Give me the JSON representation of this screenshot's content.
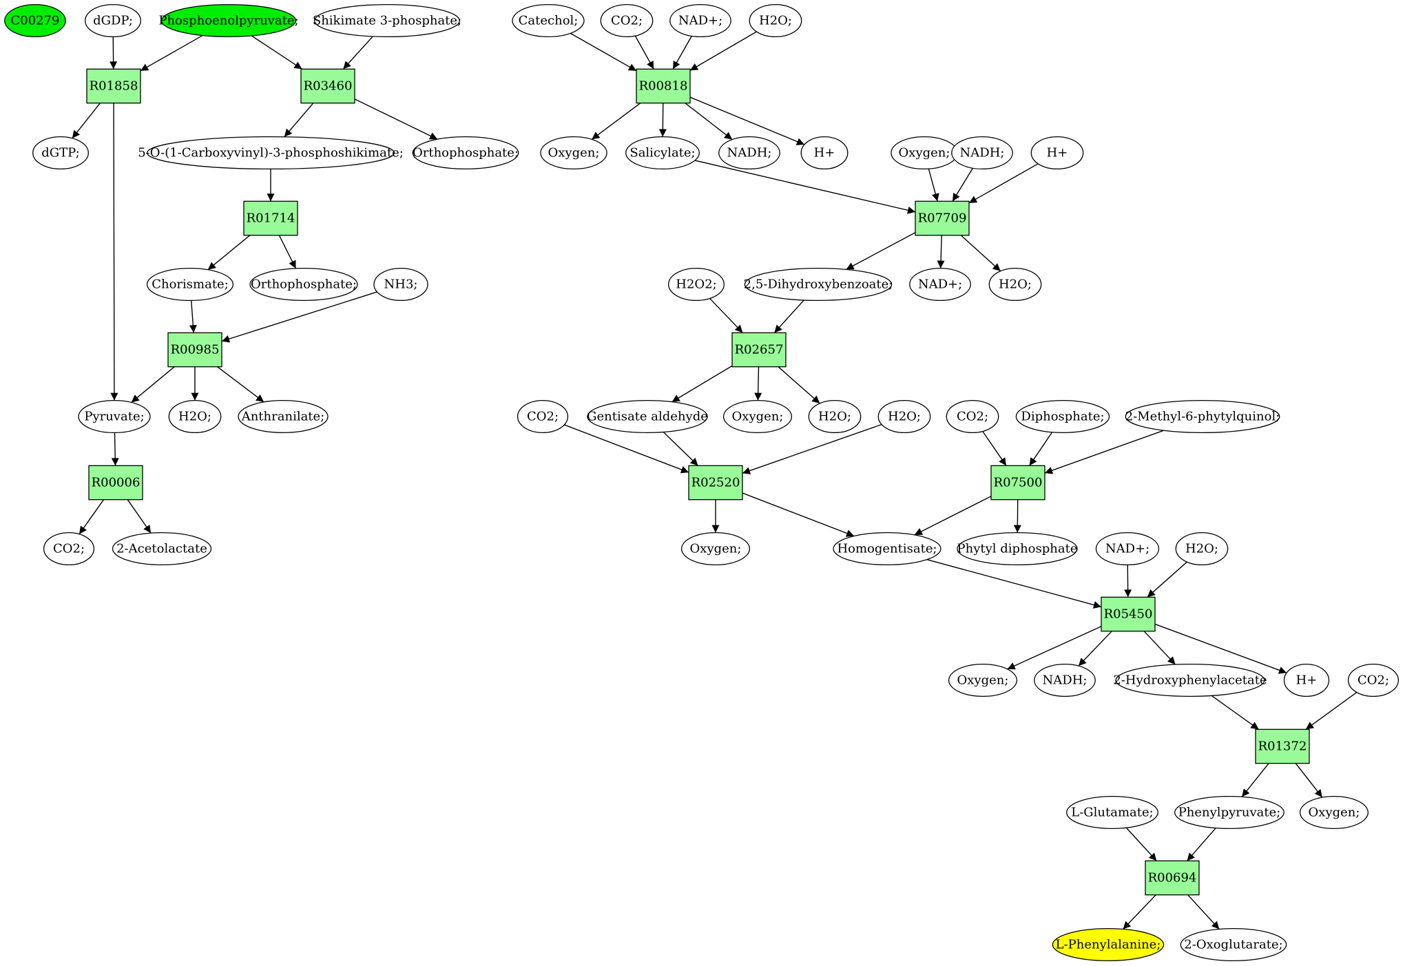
{
  "colors": {
    "reaction": "#98fb98",
    "start_compound": "#00ee00",
    "target_compound": "#ffff00",
    "compound": "#ffffff"
  },
  "compounds": {
    "c00279": {
      "label": "C00279",
      "role": "start"
    },
    "dgdp": {
      "label": "dGDP;"
    },
    "pep": {
      "label": "Phosphoenolpyruvate;",
      "role": "start"
    },
    "shik3p": {
      "label": "Shikimate 3-phosphate;"
    },
    "dgtp": {
      "label": "dGTP;"
    },
    "ecvps": {
      "label": "5-O-(1-Carboxyvinyl)-3-phosphoshikimate;"
    },
    "orthoA": {
      "label": "Orthophosphate;"
    },
    "chorismate": {
      "label": "Chorismate;"
    },
    "orthoB": {
      "label": "Orthophosphate;"
    },
    "nh3": {
      "label": "NH3;"
    },
    "pyruvate": {
      "label": "Pyruvate;"
    },
    "h2oA": {
      "label": "H2O;"
    },
    "anthranilate": {
      "label": "Anthranilate;"
    },
    "co2A": {
      "label": "CO2;"
    },
    "acetolactate": {
      "label": "2-Acetolactate"
    },
    "catechol": {
      "label": "Catechol;"
    },
    "co2B": {
      "label": "CO2;"
    },
    "nadA": {
      "label": "NAD+;"
    },
    "h2oB": {
      "label": "H2O;"
    },
    "oxyA": {
      "label": "Oxygen;"
    },
    "salicylate": {
      "label": "Salicylate;"
    },
    "nadhA": {
      "label": "NADH;"
    },
    "hA": {
      "label": "H+"
    },
    "oxyB": {
      "label": "Oxygen;"
    },
    "nadhB": {
      "label": "NADH;"
    },
    "hB": {
      "label": "H+"
    },
    "h2o2": {
      "label": "H2O2;"
    },
    "dhb": {
      "label": "2,5-Dihydroxybenzoate;"
    },
    "nadB": {
      "label": "NAD+;"
    },
    "h2oC": {
      "label": "H2O;"
    },
    "co2C": {
      "label": "CO2;"
    },
    "gentald": {
      "label": "Gentisate aldehyde"
    },
    "oxyC": {
      "label": "Oxygen;"
    },
    "h2oD": {
      "label": "H2O;"
    },
    "h2oE": {
      "label": "H2O;"
    },
    "co2D": {
      "label": "CO2;"
    },
    "diphos": {
      "label": "Diphosphate;"
    },
    "mpq": {
      "label": "2-Methyl-6-phytylquinol;"
    },
    "oxyD": {
      "label": "Oxygen;"
    },
    "homogent": {
      "label": "Homogentisate;"
    },
    "phytyl": {
      "label": "Phytyl diphosphate"
    },
    "nadC": {
      "label": "NAD+;"
    },
    "h2oF": {
      "label": "H2O;"
    },
    "oxyE": {
      "label": "Oxygen;"
    },
    "nadhC": {
      "label": "NADH;"
    },
    "hpa": {
      "label": "2-Hydroxyphenylacetate"
    },
    "hC": {
      "label": "H+"
    },
    "co2E": {
      "label": "CO2;"
    },
    "glu": {
      "label": "L-Glutamate;"
    },
    "phepyr": {
      "label": "Phenylpyruvate;"
    },
    "oxyF": {
      "label": "Oxygen;"
    },
    "phe": {
      "label": "L-Phenylalanine;",
      "role": "target"
    },
    "oxoglu": {
      "label": "2-Oxoglutarate;"
    }
  },
  "reactions": {
    "R01858": {
      "label": "R01858"
    },
    "R03460": {
      "label": "R03460"
    },
    "R01714": {
      "label": "R01714"
    },
    "R00985": {
      "label": "R00985"
    },
    "R00006": {
      "label": "R00006"
    },
    "R00818": {
      "label": "R00818"
    },
    "R07709": {
      "label": "R07709"
    },
    "R02657": {
      "label": "R02657"
    },
    "R02520": {
      "label": "R02520"
    },
    "R07500": {
      "label": "R07500"
    },
    "R05450": {
      "label": "R05450"
    },
    "R01372": {
      "label": "R01372"
    },
    "R00694": {
      "label": "R00694"
    }
  },
  "edges": [
    [
      "dgdp",
      "R01858"
    ],
    [
      "pep",
      "R01858"
    ],
    [
      "R01858",
      "dgtp"
    ],
    [
      "R01858",
      "pyruvate"
    ],
    [
      "pep",
      "R03460"
    ],
    [
      "shik3p",
      "R03460"
    ],
    [
      "R03460",
      "ecvps"
    ],
    [
      "R03460",
      "orthoA"
    ],
    [
      "ecvps",
      "R01714"
    ],
    [
      "R01714",
      "chorismate"
    ],
    [
      "R01714",
      "orthoB"
    ],
    [
      "chorismate",
      "R00985"
    ],
    [
      "nh3",
      "R00985"
    ],
    [
      "R00985",
      "pyruvate"
    ],
    [
      "R00985",
      "h2oA"
    ],
    [
      "R00985",
      "anthranilate"
    ],
    [
      "pyruvate",
      "R00006"
    ],
    [
      "R00006",
      "co2A"
    ],
    [
      "R00006",
      "acetolactate"
    ],
    [
      "catechol",
      "R00818"
    ],
    [
      "co2B",
      "R00818"
    ],
    [
      "nadA",
      "R00818"
    ],
    [
      "h2oB",
      "R00818"
    ],
    [
      "R00818",
      "oxyA"
    ],
    [
      "R00818",
      "salicylate"
    ],
    [
      "R00818",
      "nadhA"
    ],
    [
      "R00818",
      "hA"
    ],
    [
      "salicylate",
      "R07709"
    ],
    [
      "oxyB",
      "R07709"
    ],
    [
      "nadhB",
      "R07709"
    ],
    [
      "hB",
      "R07709"
    ],
    [
      "R07709",
      "dhb"
    ],
    [
      "R07709",
      "nadB"
    ],
    [
      "R07709",
      "h2oC"
    ],
    [
      "h2o2",
      "R02657"
    ],
    [
      "dhb",
      "R02657"
    ],
    [
      "R02657",
      "gentald"
    ],
    [
      "R02657",
      "oxyC"
    ],
    [
      "R02657",
      "h2oD"
    ],
    [
      "co2C",
      "R02520"
    ],
    [
      "gentald",
      "R02520"
    ],
    [
      "h2oE",
      "R02520"
    ],
    [
      "R02520",
      "oxyD"
    ],
    [
      "R02520",
      "homogent"
    ],
    [
      "co2D",
      "R07500"
    ],
    [
      "diphos",
      "R07500"
    ],
    [
      "mpq",
      "R07500"
    ],
    [
      "R07500",
      "homogent"
    ],
    [
      "R07500",
      "phytyl"
    ],
    [
      "homogent",
      "R05450"
    ],
    [
      "nadC",
      "R05450"
    ],
    [
      "h2oF",
      "R05450"
    ],
    [
      "R05450",
      "oxyE"
    ],
    [
      "R05450",
      "nadhC"
    ],
    [
      "R05450",
      "hpa"
    ],
    [
      "R05450",
      "hC"
    ],
    [
      "hpa",
      "R01372"
    ],
    [
      "co2E",
      "R01372"
    ],
    [
      "R01372",
      "phepyr"
    ],
    [
      "R01372",
      "oxyF"
    ],
    [
      "glu",
      "R00694"
    ],
    [
      "phepyr",
      "R00694"
    ],
    [
      "R00694",
      "phe"
    ],
    [
      "R00694",
      "oxoglu"
    ]
  ]
}
